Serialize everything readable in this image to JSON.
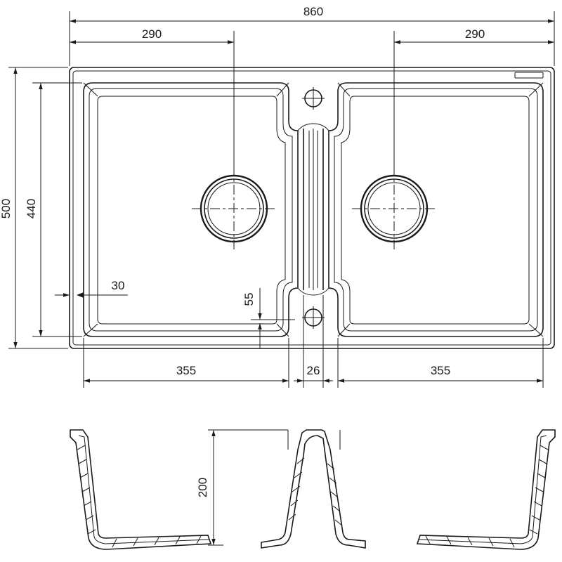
{
  "plan_view": {
    "dimensions": {
      "overall_width": "860",
      "bowl_center_left": "290",
      "bowl_center_right": "290",
      "overall_depth": "500",
      "bowl_depth": "440",
      "rim_offset": "30",
      "front_margin": "55",
      "bowl_width_left": "355",
      "divider_width": "26",
      "bowl_width_right": "355"
    }
  },
  "section_view": {
    "dimensions": {
      "bowl_height": "200"
    }
  }
}
